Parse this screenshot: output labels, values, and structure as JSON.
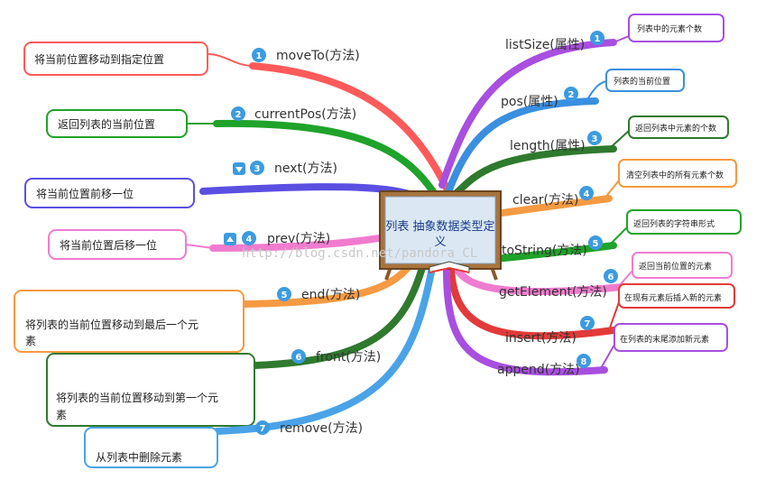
{
  "center": {
    "line1": "列表 抽象数据类型定",
    "line2": "义"
  },
  "watermark": "http://blog.csdn.net/pandora_CL",
  "left": [
    {
      "num": "1",
      "label": "moveTo(方法)",
      "note": "将当前位置移动到指定位置",
      "color": "#ff5a5a",
      "icon": ""
    },
    {
      "num": "2",
      "label": "currentPos(方法)",
      "note": "返回列表的当前位置",
      "color": "#1fa32a",
      "icon": ""
    },
    {
      "num": "3",
      "label": "next(方法)",
      "note": "将当前位置前移一位",
      "color": "#5a4fe0",
      "icon": "arrow-down-icon"
    },
    {
      "num": "4",
      "label": "prev(方法)",
      "note": "将当前位置后移一位",
      "color": "#f07ccf",
      "icon": "arrow-up-icon"
    },
    {
      "num": "5",
      "label": "end(方法)",
      "note1": "将列表的当前位置移动到最后一个元",
      "note2": "素",
      "color": "#f59a42",
      "icon": ""
    },
    {
      "num": "6",
      "label": "front(方法)",
      "note1": "将列表的当前位置移动到第一个元",
      "note2": "素",
      "color": "#2f7a2f",
      "icon": ""
    },
    {
      "num": "7",
      "label": "remove(方法)",
      "note": "从列表中删除元素",
      "color": "#4aa3e8",
      "icon": ""
    }
  ],
  "right": [
    {
      "num": "1",
      "label": "listSize(属性)",
      "note": "列表中的元素个数",
      "color": "#a84fe0"
    },
    {
      "num": "2",
      "label": "pos(属性)",
      "note": "列表的当前位置",
      "color": "#3a8fe0"
    },
    {
      "num": "3",
      "label": "length(属性)",
      "note": "返回列表中元素的个数",
      "color": "#2f7a2f"
    },
    {
      "num": "4",
      "label": "clear(方法)",
      "note": "清空列表中的所有元素个数",
      "color": "#f59a42"
    },
    {
      "num": "5",
      "label": "toString(方法)",
      "note": "返回列表的字符串形式",
      "color": "#1fa32a"
    },
    {
      "num": "6",
      "label": "getElement(方法)",
      "note": "返回当前位置的元素",
      "color": "#f07ccf"
    },
    {
      "num": "7",
      "label": "insert(方法)",
      "note": "在现有元素后插入新的元素",
      "color": "#e23a3a"
    },
    {
      "num": "8",
      "label": "append(方法)",
      "note": "在列表的末尾添加新元素",
      "color": "#a84fe0"
    }
  ]
}
